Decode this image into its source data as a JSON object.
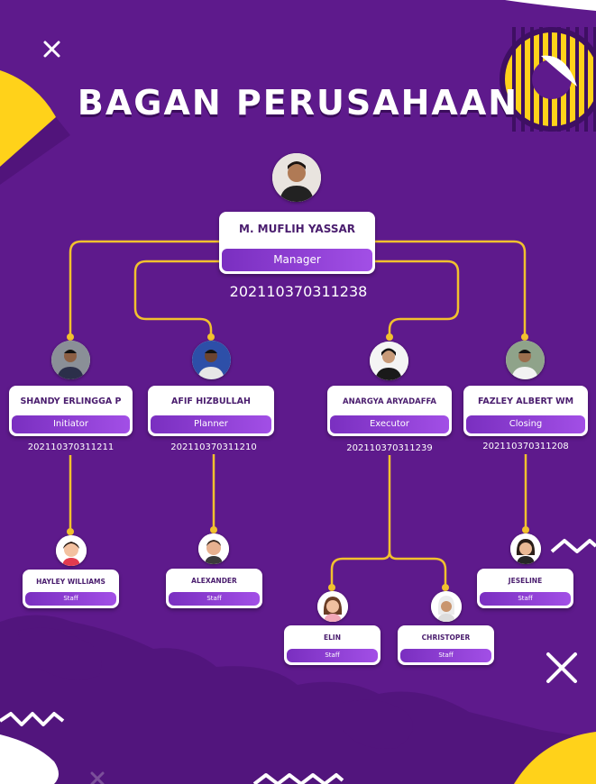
{
  "title": "BAGAN PERUSAHAAN",
  "colors": {
    "background": "#5e1a8c",
    "connector": "#f2c12e",
    "accent_yellow": "#ffd21a",
    "role_bar": "#8d3fd6",
    "name_text": "#4a1d6e"
  },
  "manager": {
    "name": "M. MUFLIH YASSAR",
    "role": "Manager",
    "nim": "202110370311238"
  },
  "leads": [
    {
      "name": "SHANDY ERLINGGA P",
      "role": "Initiator",
      "nim": "202110370311211"
    },
    {
      "name": "AFIF HIZBULLAH",
      "role": "Planner",
      "nim": "202110370311210"
    },
    {
      "name": "ANARGYA ARYADAFFA",
      "role": "Executor",
      "nim": "202110370311239"
    },
    {
      "name": "FAZLEY ALBERT WM",
      "role": "Closing",
      "nim": "202110370311208"
    }
  ],
  "staff": [
    {
      "name": "HAYLEY WILLIAMS",
      "role": "Staff"
    },
    {
      "name": "ALEXANDER",
      "role": "Staff"
    },
    {
      "name": "ELIN",
      "role": "Staff"
    },
    {
      "name": "CHRISTOPER",
      "role": "Staff"
    },
    {
      "name": "JESELINE",
      "role": "Staff"
    }
  ],
  "icons": [
    "close-icon",
    "photo-avatar-icon",
    "cartoon-avatar-icon"
  ]
}
